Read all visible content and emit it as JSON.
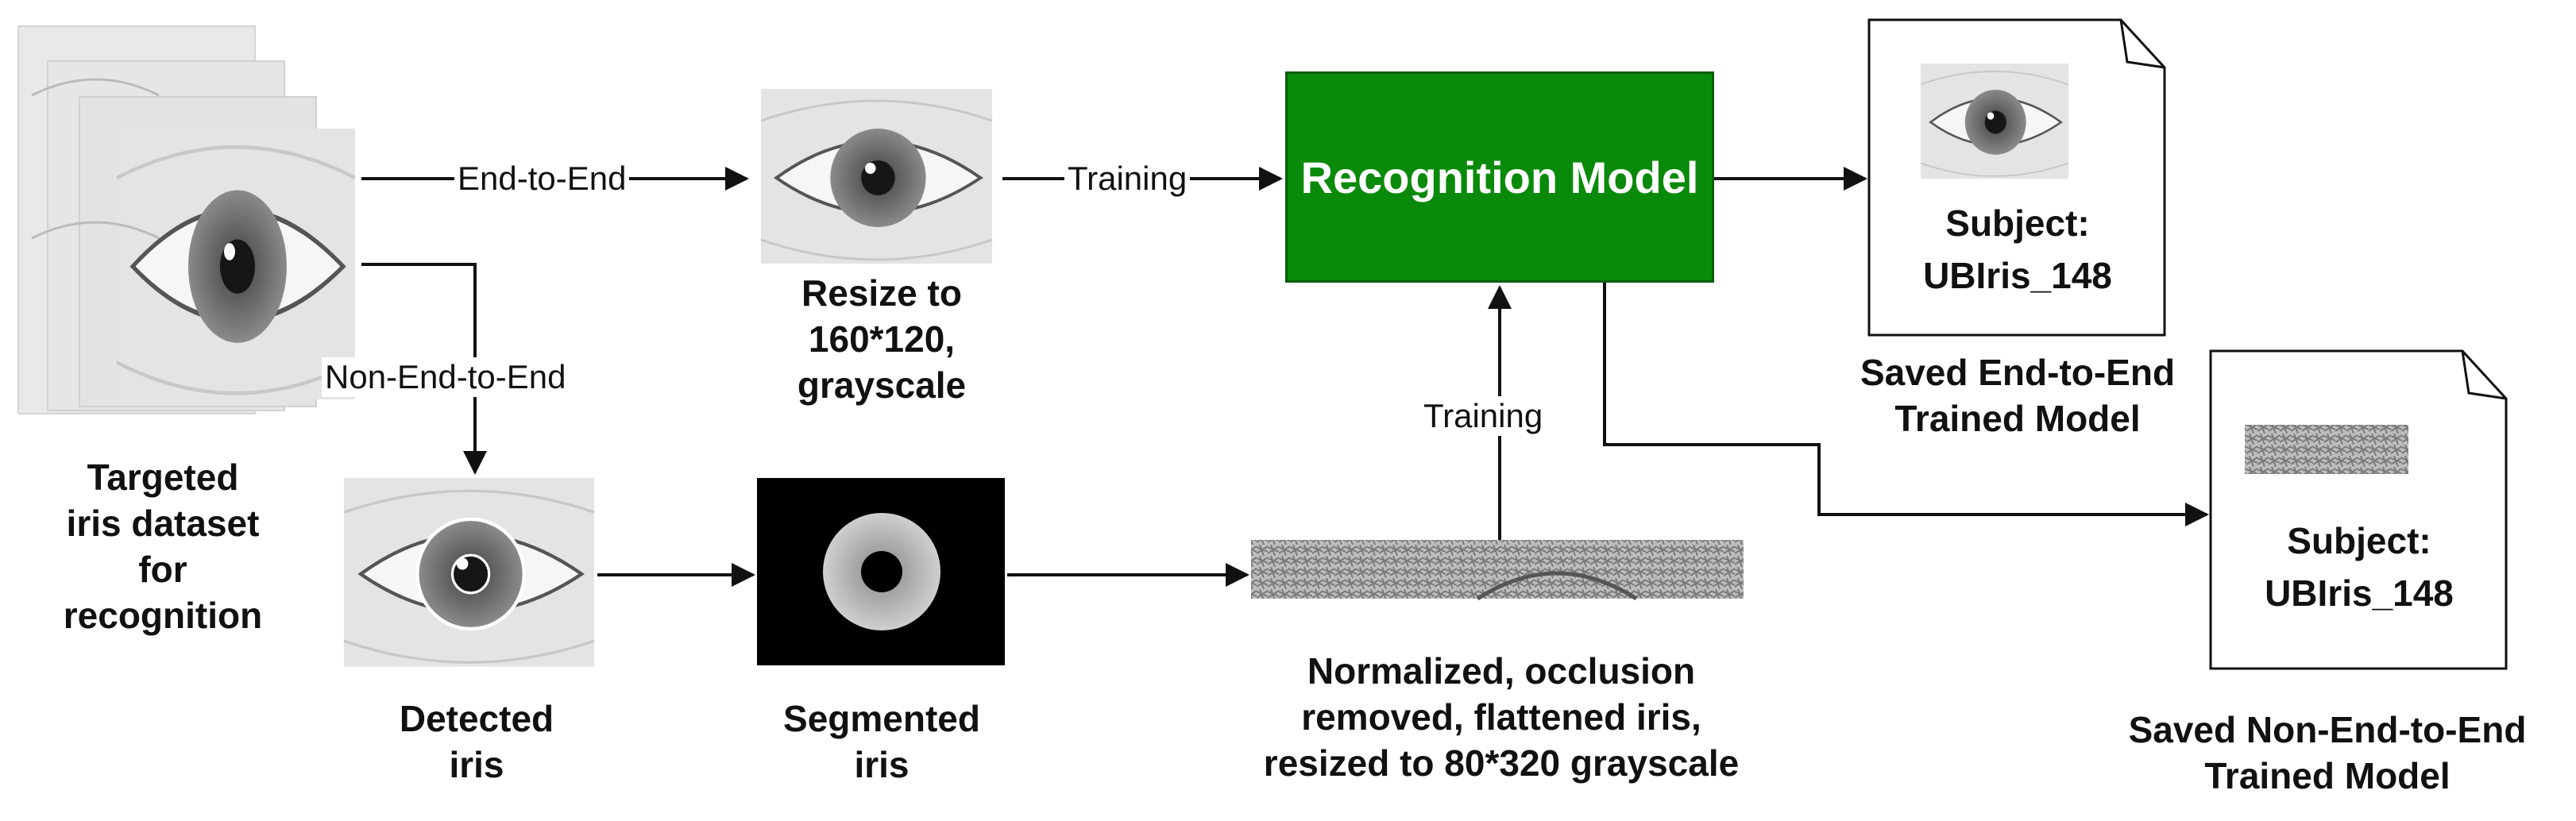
{
  "colors": {
    "model_fill": "#0a8a0a",
    "line": "#111111",
    "text": "#111111",
    "iris": "#6f6f6f",
    "sclera": "#ececec"
  },
  "dataset": {
    "label": "Targeted\niris dataset\nfor\nrecognition"
  },
  "edges": {
    "end_to_end": "End-to-End",
    "non_end_to_end": "Non-End-to-End",
    "training_top": "Training",
    "training_bottom": "Training"
  },
  "resize": {
    "label": "Resize to\n160*120,\ngrayscale"
  },
  "model": {
    "label": "Recognition Model"
  },
  "detected": {
    "label": "Detected\niris"
  },
  "segmented": {
    "label": "Segmented\niris"
  },
  "normalized": {
    "label": "Normalized, occlusion\nremoved, flattened iris,\nresized to 80*320 grayscale"
  },
  "saved_e2e": {
    "doc_text": "Subject:\nUBIris_148",
    "label": "Saved End-to-End\nTrained Model"
  },
  "saved_ne2e": {
    "doc_text": "Subject:\nUBIris_148",
    "label": "Saved Non-End-to-End\nTrained Model"
  }
}
